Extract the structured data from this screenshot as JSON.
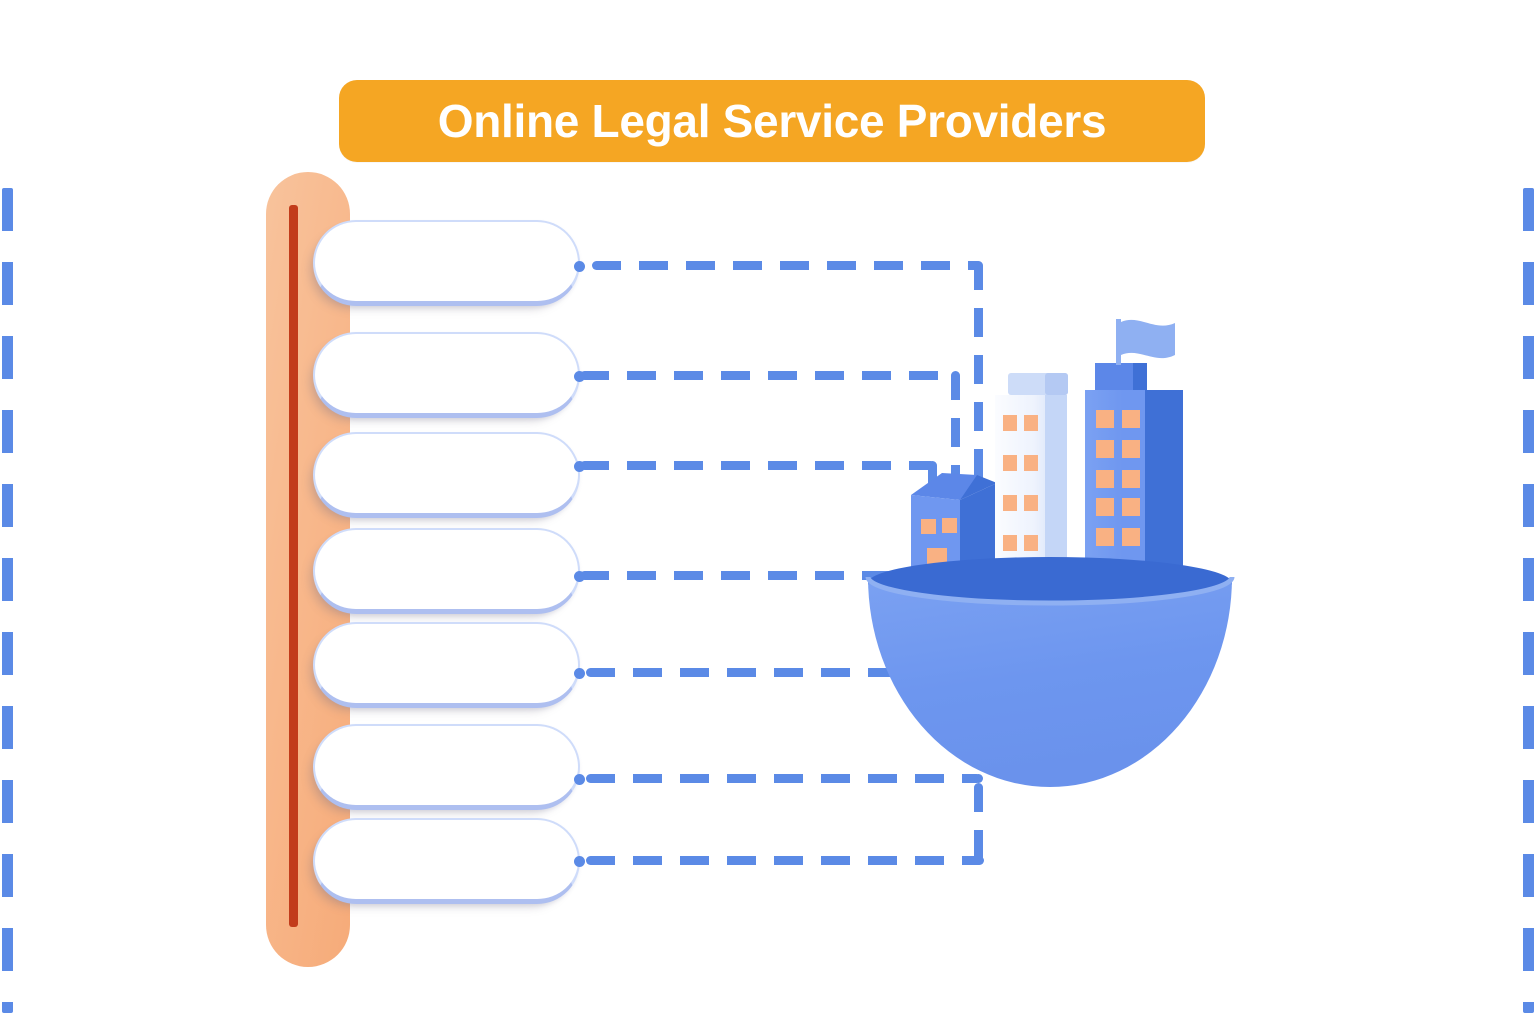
{
  "header": {
    "title": "Online Legal Service Providers",
    "banner_color": "#f5a623",
    "title_color": "#ffffff"
  },
  "theme": {
    "background": "#ffffff",
    "accent_blue": "#5b8ae6",
    "pill_border": "#cfdcfa",
    "pill_border_bottom": "#aebff0",
    "rail_orange": "#f8b88c",
    "rail_line_red": "#c23c1b",
    "building_blue": "#5b8ae6",
    "building_blue_dark": "#3f6fd8",
    "building_white": "#f3f6fe",
    "window_orange": "#f9b183",
    "bowl_blue": "#6d96ef",
    "bowl_rim_dark": "#3a6ad2"
  },
  "sidebar": {
    "name": "orange-rail",
    "items": [
      {
        "id": 1,
        "label": "",
        "placeholder": ""
      },
      {
        "id": 2,
        "label": "",
        "placeholder": ""
      },
      {
        "id": 3,
        "label": "",
        "placeholder": ""
      },
      {
        "id": 4,
        "label": "",
        "placeholder": ""
      },
      {
        "id": 5,
        "label": "",
        "placeholder": ""
      },
      {
        "id": 6,
        "label": "",
        "placeholder": ""
      },
      {
        "id": 7,
        "label": "",
        "placeholder": ""
      }
    ]
  },
  "connectors": [
    {
      "from_item": 1,
      "style": "dashed",
      "path": "right-then-down"
    },
    {
      "from_item": 2,
      "style": "dashed",
      "path": "right-then-down"
    },
    {
      "from_item": 3,
      "style": "dashed",
      "path": "right-then-down"
    },
    {
      "from_item": 4,
      "style": "dashed",
      "path": "straight-right"
    },
    {
      "from_item": 5,
      "style": "dashed",
      "path": "straight-right"
    },
    {
      "from_item": 6,
      "style": "dashed",
      "path": "right-then-down"
    },
    {
      "from_item": 7,
      "style": "dashed",
      "path": "right-then-up"
    }
  ],
  "illustration": {
    "name": "city-in-bowl",
    "elements": [
      {
        "name": "house",
        "windows": 2,
        "door": 1
      },
      {
        "name": "mid-rise-building",
        "windows": 8,
        "window_rows": 4,
        "window_cols": 2
      },
      {
        "name": "high-rise-building",
        "windows": 10,
        "window_rows": 5,
        "window_cols": 2,
        "has_flag": true
      },
      {
        "name": "bowl-base",
        "shape": "hemisphere"
      },
      {
        "name": "flag",
        "color": "#8fb0f2"
      }
    ]
  }
}
